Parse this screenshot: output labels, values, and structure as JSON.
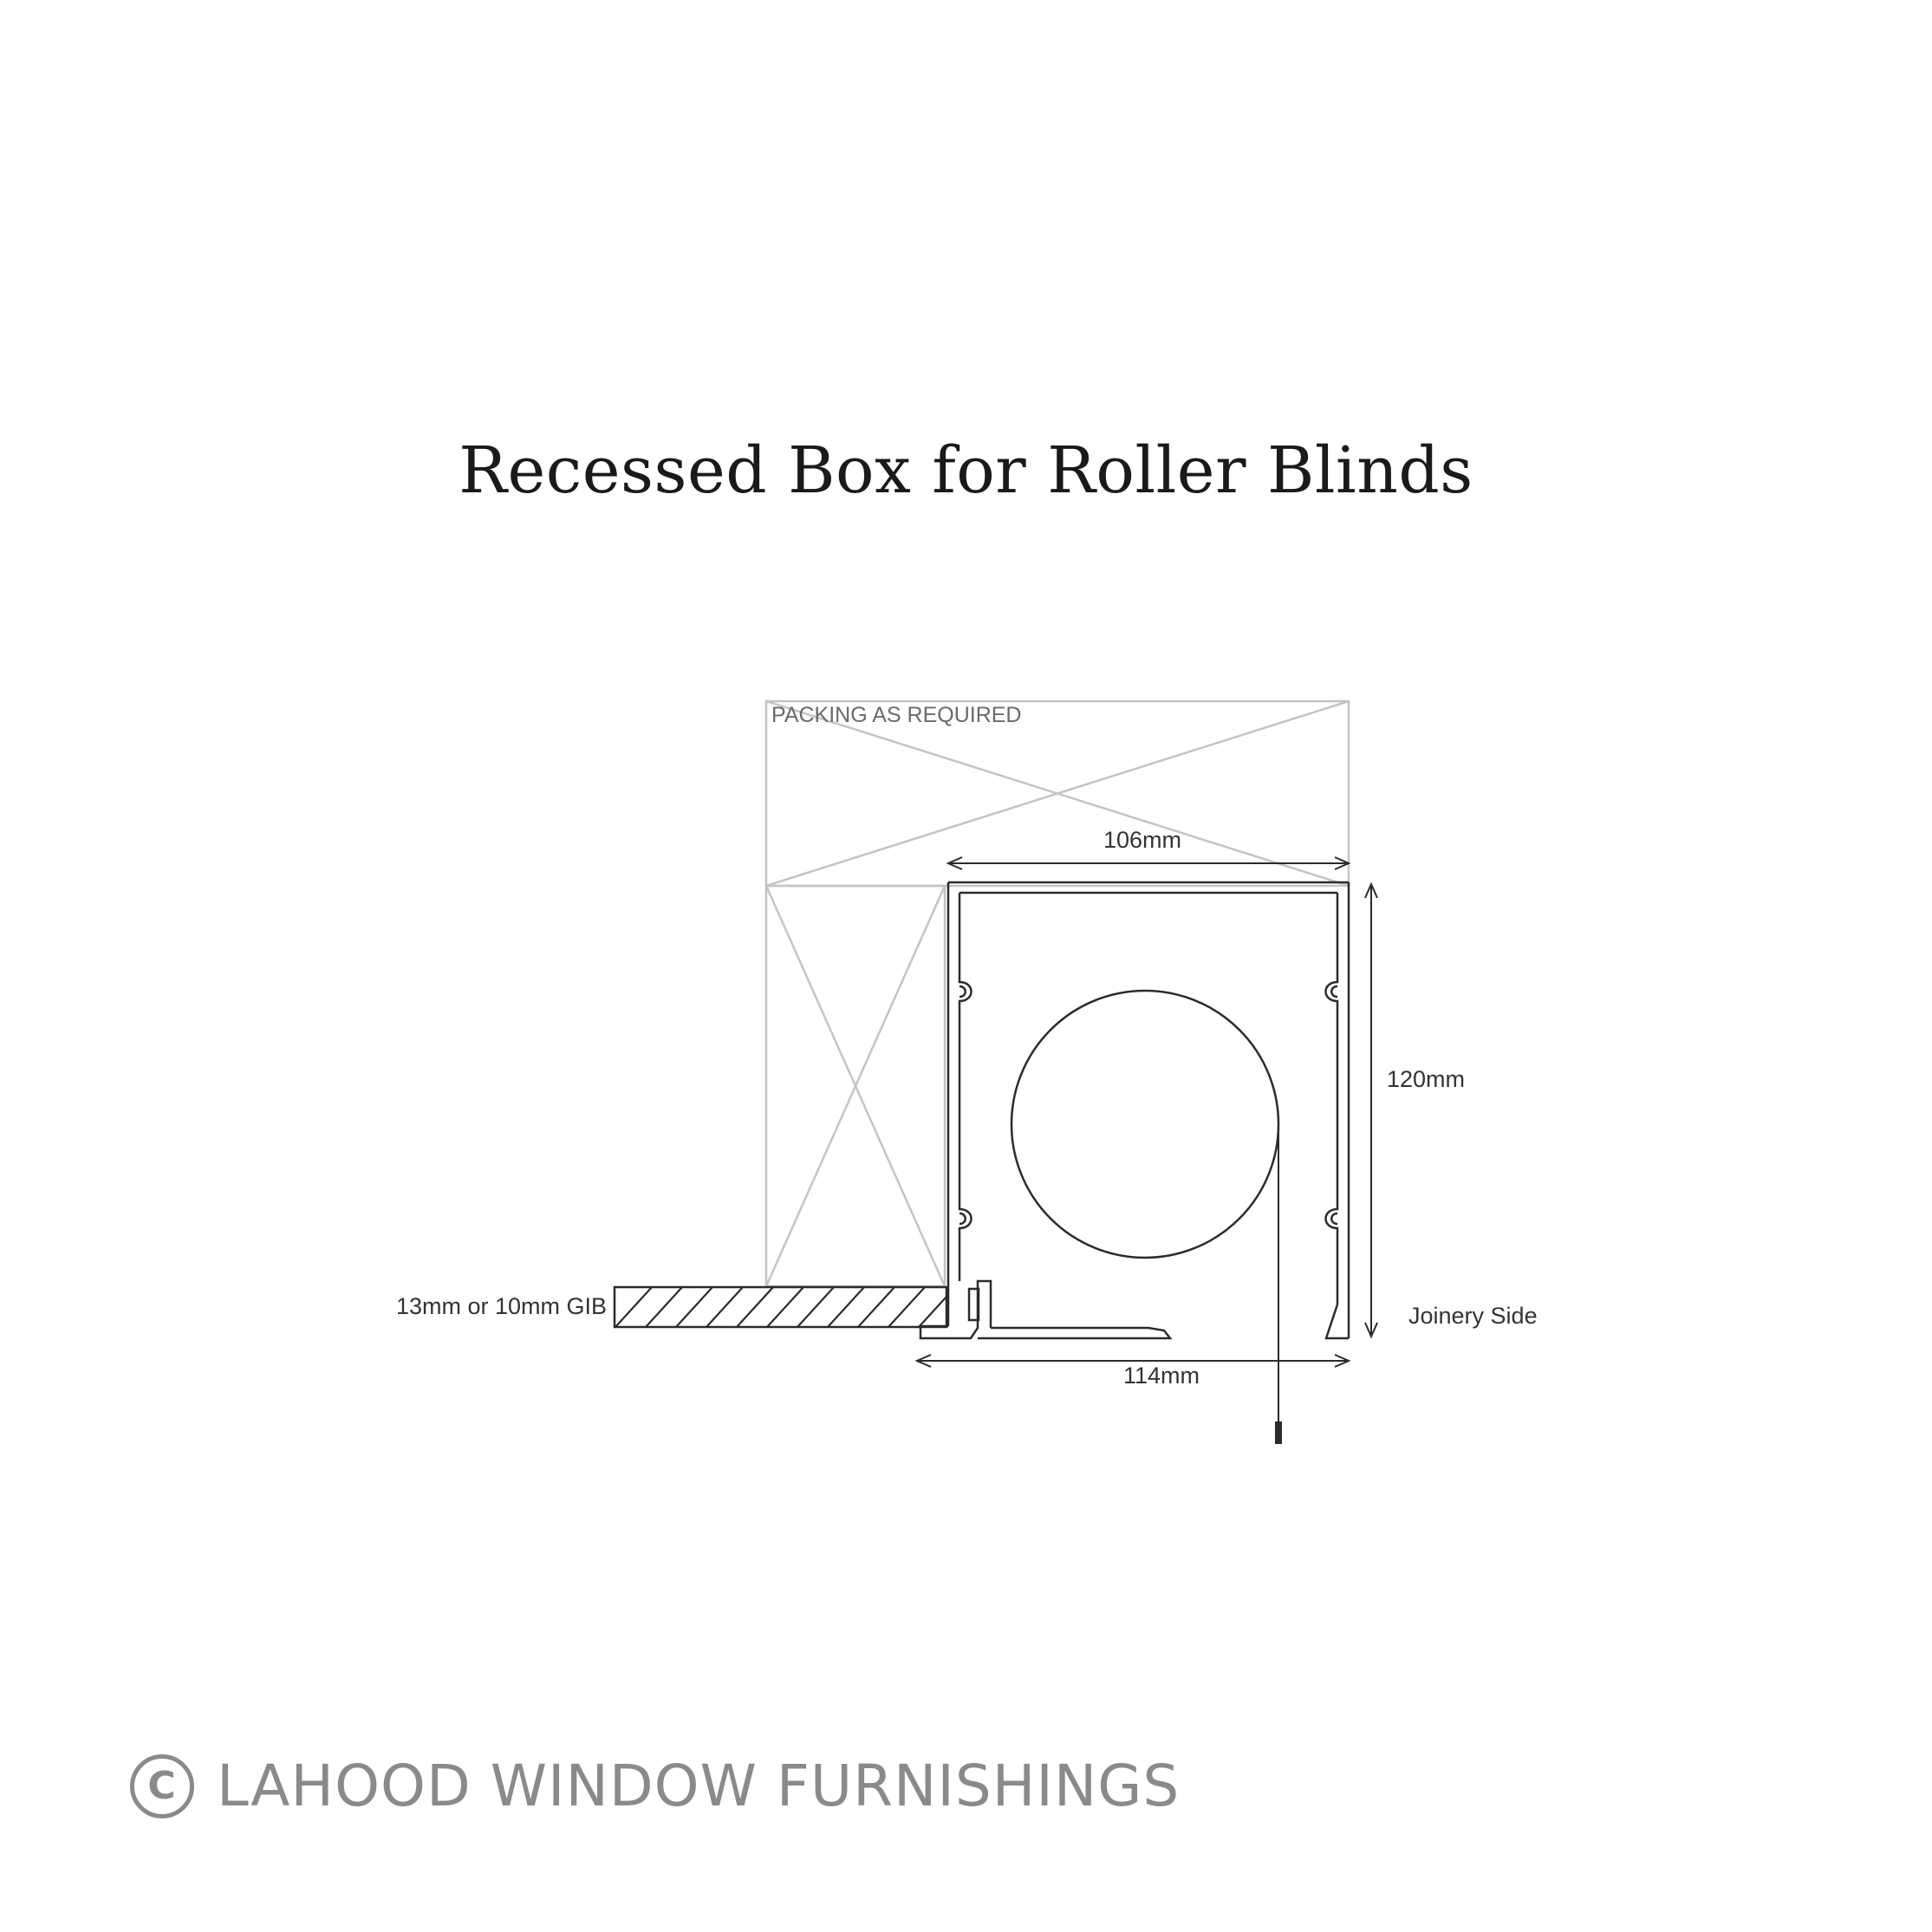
{
  "title": "Recessed Box for Roller Blinds",
  "labels": {
    "packing": "PACKING AS REQUIRED",
    "width_top": "106mm",
    "height": "120mm",
    "width_bottom": "114mm",
    "gib": "13mm or 10mm GIB",
    "joinery": "Joinery Side"
  },
  "footer": {
    "copyright_symbol": "C",
    "brand": "LAHOOD WINDOW FURNISHINGS"
  },
  "colors": {
    "line": "#2b2b2b",
    "packing": "#c4c4c4",
    "footer": "#8a8a8a"
  }
}
